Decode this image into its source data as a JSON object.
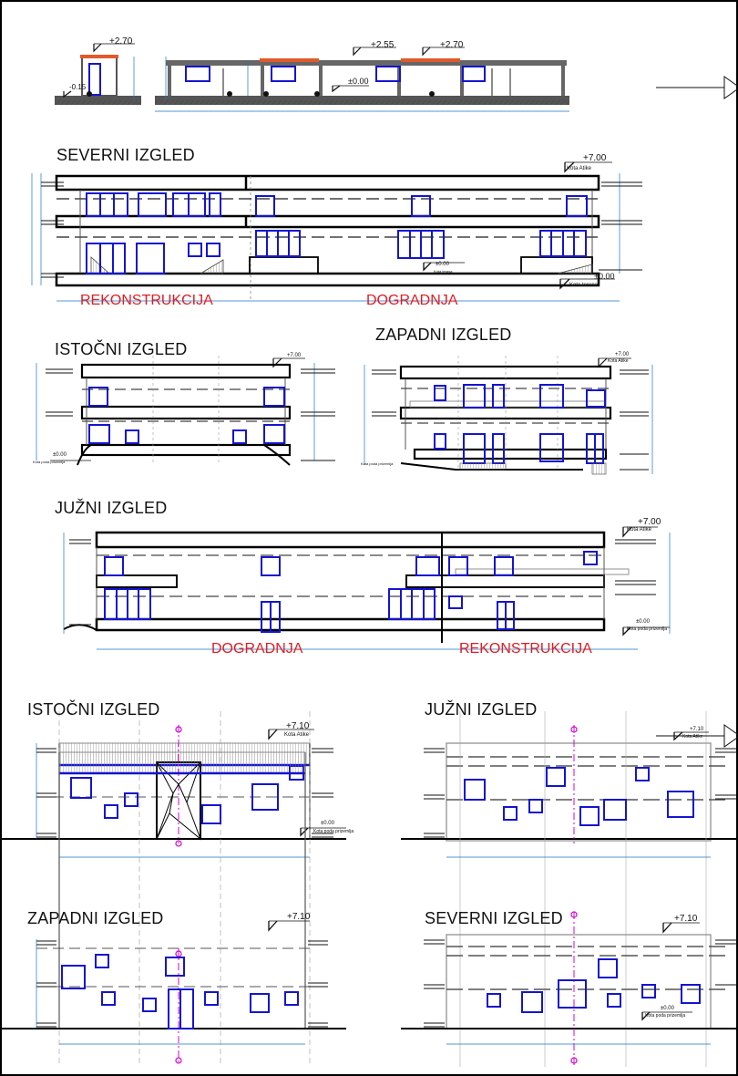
{
  "strip": {
    "levels": [
      "+2.70",
      "+2.55",
      "+2.70",
      "±0.00",
      "-0.15"
    ]
  },
  "views": {
    "severni_1": {
      "title": "SEVERNI IZGLED",
      "level_top": "+7.00",
      "level_top_label": "Kota Atike",
      "level_zero": "±0.00",
      "level_zero_label": "Kota terasa",
      "level_ground": "±0.00",
      "level_ground_label": "Kota terena",
      "zone_left": "REKONSTRUKCIJA",
      "zone_right": "DOGRADNJA"
    },
    "istocni_1": {
      "title": "ISTOČNI IZGLED",
      "level_top": "+7.00",
      "level_zero": "±0.00",
      "level_zero_label": "Kota poda prizemlja"
    },
    "zapadni_1": {
      "title": "ZAPADNI IZGLED",
      "level_top": "+7.00",
      "level_top_label": "Kota Atike",
      "level_zero_label": "Kota poda prizemlja"
    },
    "juzni_1": {
      "title": "JUŽNI IZGLED",
      "level_top": "+7.00",
      "level_top_label": "Kota Atike",
      "level_zero": "±0.00",
      "level_zero_label": "Kota poda prizemlja",
      "zone_left": "DOGRADNJA",
      "zone_right": "REKONSTRUKCIJA"
    },
    "istocni_2": {
      "title": "ISTOČNI IZGLED",
      "level_top": "+7.10",
      "level_top_label": "Kota Atike",
      "level_zero": "±0.00",
      "level_zero_label": "Kota poda prizemlja"
    },
    "juzni_2": {
      "title": "JUŽNI IZGLED",
      "level_top": "+7.10",
      "level_top_label": "Kota Atike"
    },
    "zapadni_2": {
      "title": "ZAPADNI IZGLED",
      "level_top": "+7.10"
    },
    "severni_2": {
      "title": "SEVERNI IZGLED",
      "level_top": "+7.10",
      "level_zero": "±0.00",
      "level_zero_label": "Kota poda prizemlja"
    }
  },
  "colors": {
    "window": "#1414d2",
    "dimension": "#1a75c7",
    "zone_label": "#e11b22",
    "axis": "#d400d4",
    "line": "#111111"
  }
}
